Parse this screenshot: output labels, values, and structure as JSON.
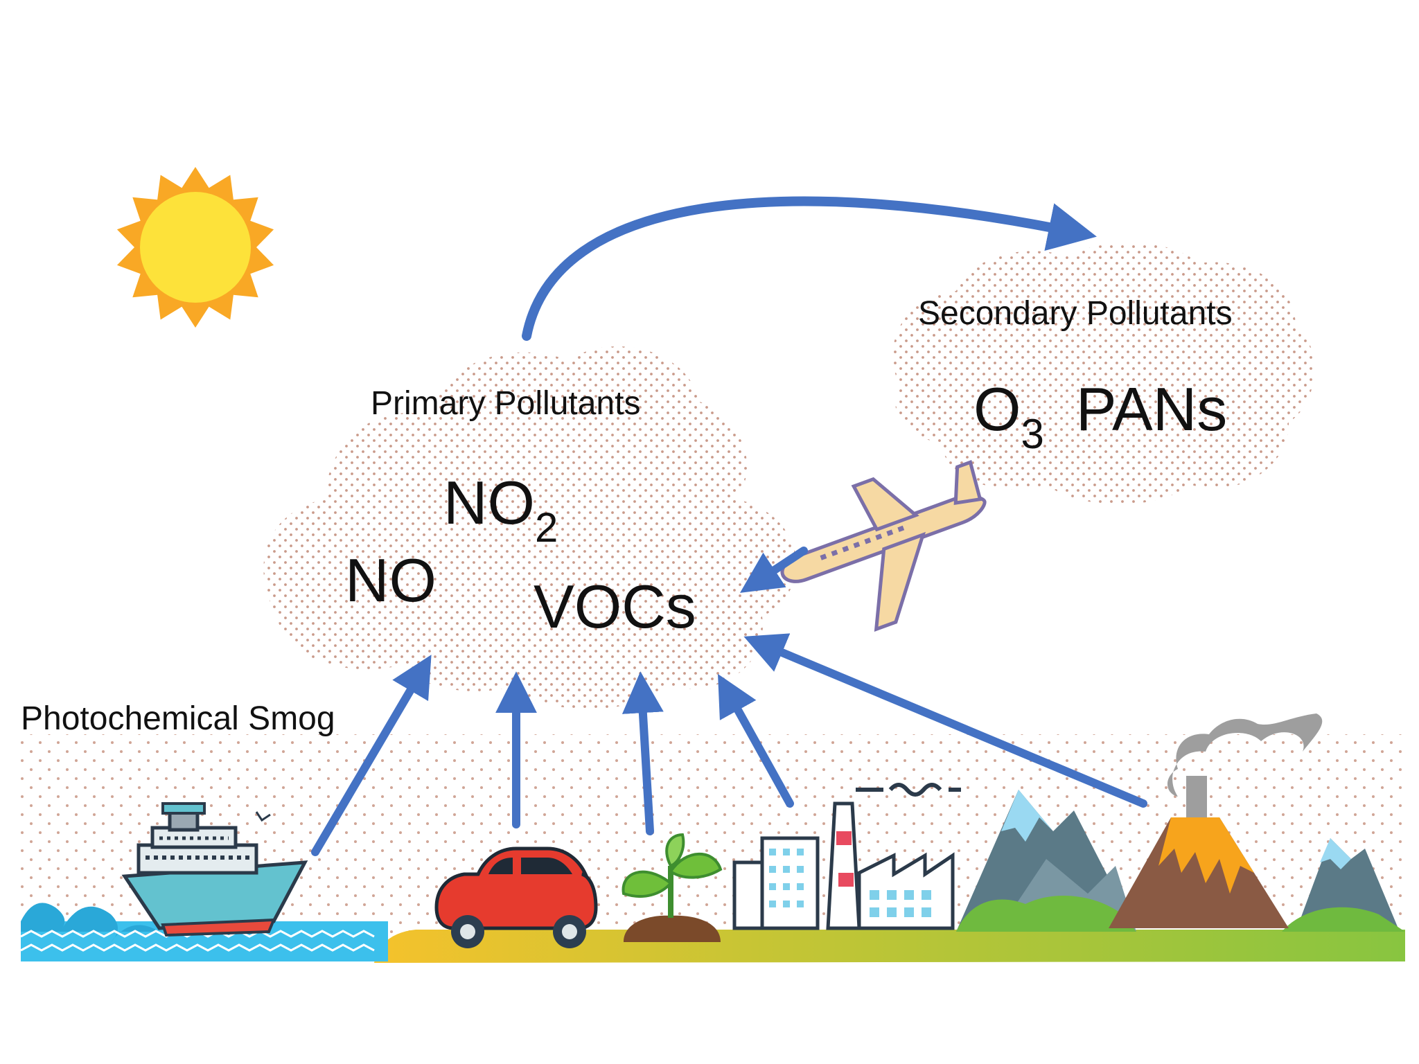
{
  "diagram": {
    "primary": {
      "title": "Primary Pollutants",
      "species": [
        "NO",
        "NO",
        "2",
        "VOCs"
      ]
    },
    "secondary": {
      "title": "Secondary Pollutants",
      "o3_main": "O",
      "o3_sub": "3",
      "pans": "PANs"
    },
    "smog_label": "Photochemical Smog",
    "sources": [
      "ship-icon",
      "car-icon",
      "plant-icon",
      "factory-icon",
      "volcano-icon",
      "airplane-icon"
    ],
    "colors": {
      "arrow": "#4472c4",
      "sun_outer": "#f9a825",
      "sun_inner": "#fde23a",
      "dots": "#c99a8a",
      "ground_green": "#8fc641",
      "ground_yellow": "#f2c12e",
      "water": "#3cc0ec"
    }
  }
}
